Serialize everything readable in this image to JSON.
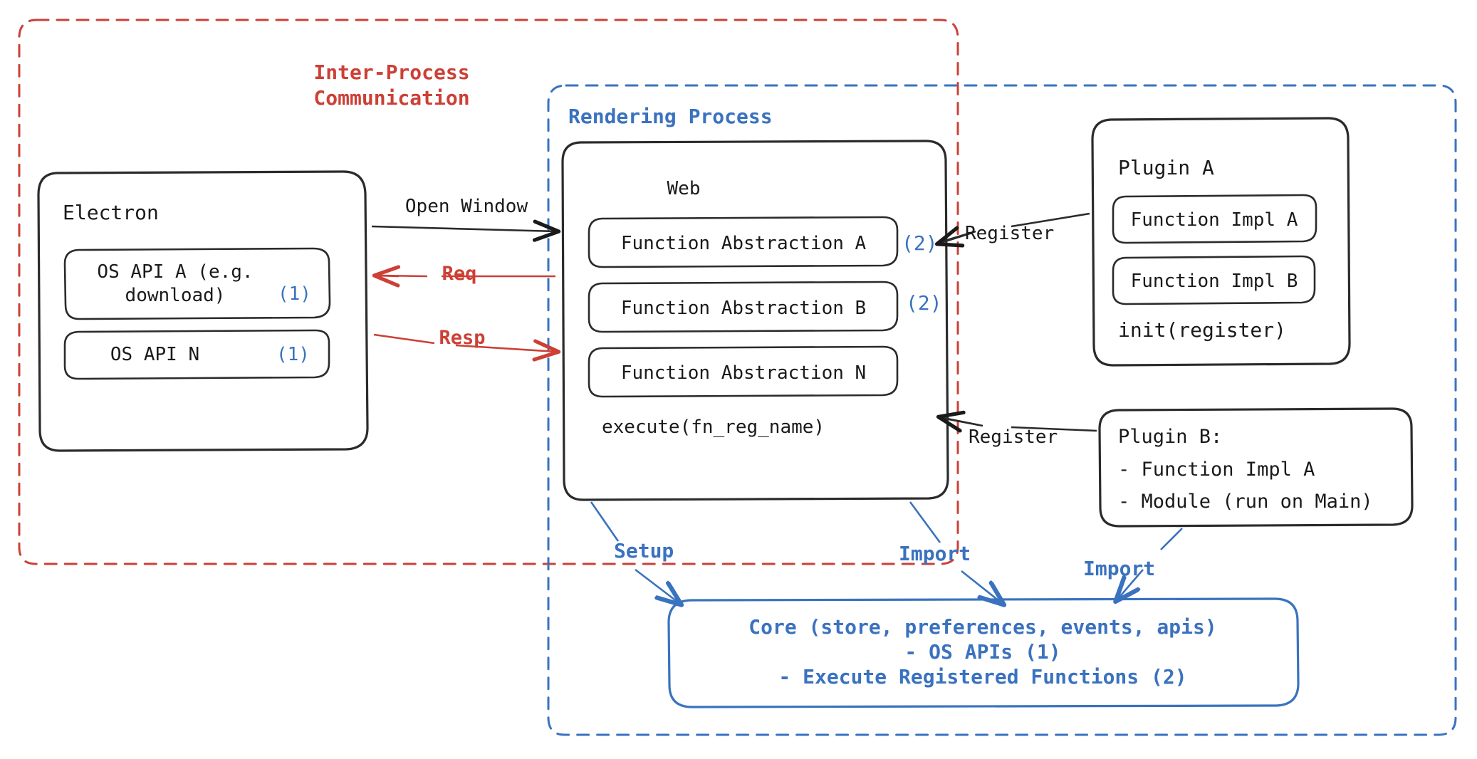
{
  "diagram": {
    "title_hidden": "",
    "colors": {
      "ink": "#1a1a1a",
      "red": "#cc4036",
      "blue": "#3a72bf",
      "background": "#ffffff"
    }
  },
  "containers": {
    "ipc": {
      "label": "Inter-Process\nCommunication",
      "label_line1": "Inter-Process",
      "label_line2": "Communication",
      "style": "dashed",
      "color": "#cc4036"
    },
    "rendering_process": {
      "label": "Rendering Process",
      "style": "dashed",
      "color": "#3a72bf"
    }
  },
  "boxes": {
    "electron": {
      "title": "Electron",
      "items": [
        {
          "label": "OS API A (e.g.\ndownload)",
          "line1": "OS API A (e.g.",
          "line2": "download)",
          "marker": "(1)"
        },
        {
          "label": "OS API N",
          "marker": "(1)"
        }
      ]
    },
    "web": {
      "title": "Web",
      "items": [
        {
          "label": "Function Abstraction A",
          "marker": "(2)"
        },
        {
          "label": "Function Abstraction B",
          "marker": "(2)"
        },
        {
          "label": "Function Abstraction N",
          "marker": ""
        }
      ],
      "footer": "execute(fn_reg_name)"
    },
    "plugin_a": {
      "title": "Plugin A",
      "items": [
        {
          "label": "Function Impl A"
        },
        {
          "label": "Function Impl B"
        }
      ],
      "footer": "init(register)"
    },
    "plugin_b": {
      "line1": "Plugin B:",
      "line2": "- Function Impl A",
      "line3": "- Module (run on Main)"
    },
    "core": {
      "line1": "Core (store, preferences, events, apis)",
      "line2": "- OS APIs (1)",
      "line3": "- Execute Registered Functions (2)"
    }
  },
  "arrows": [
    {
      "name": "open-window",
      "label": "Open Window",
      "color": "#1a1a1a"
    },
    {
      "name": "req",
      "label": "Req",
      "color": "#cc4036"
    },
    {
      "name": "resp",
      "label": "Resp",
      "color": "#cc4036"
    },
    {
      "name": "register-plugin-a",
      "label": "Register",
      "color": "#1a1a1a"
    },
    {
      "name": "register-plugin-b",
      "label": "Register",
      "color": "#1a1a1a"
    },
    {
      "name": "setup-core",
      "label": "Setup",
      "color": "#3a72bf"
    },
    {
      "name": "import-web-core",
      "label": "Import",
      "color": "#3a72bf"
    },
    {
      "name": "import-plugin-b-core",
      "label": "Import",
      "color": "#3a72bf"
    }
  ]
}
